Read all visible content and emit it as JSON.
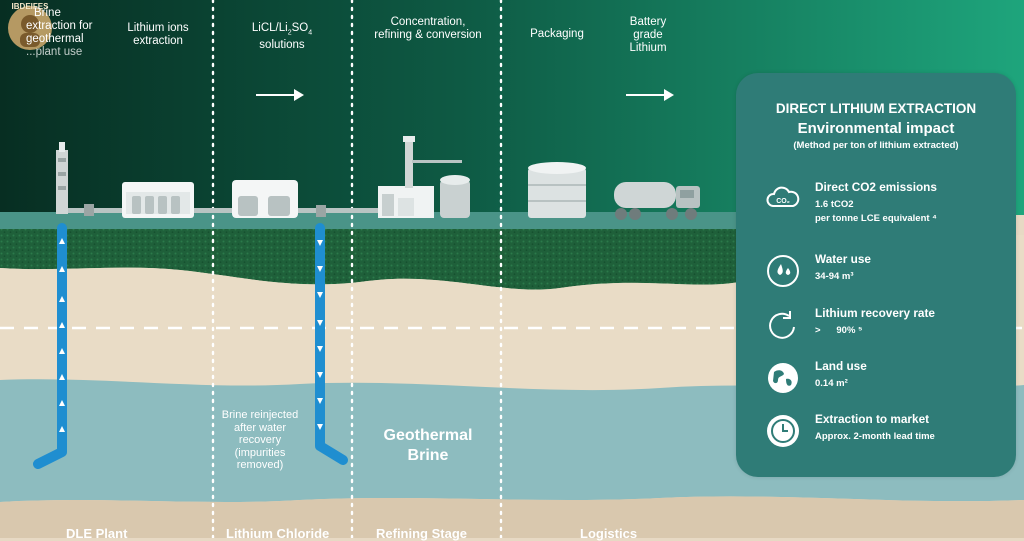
{
  "process_steps": {
    "brine_extraction": "Brine extraction for geothermal power plant use",
    "lithium_ions": "Lithium ions extraction",
    "licl_li2so4": "LiCL/Li2SO4 solutions",
    "concentration": "Concentration, refining & conversion",
    "packaging": "Packaging",
    "battery_grade": "Battery grade Lithium"
  },
  "licl_text": {
    "main": "LiCL/Li",
    "sub1": "2",
    "so": "SO",
    "sub2": "4",
    "line2": "solutions"
  },
  "concentration_text": {
    "line1": "Concentration,",
    "line2": "refining & conversion"
  },
  "battery_text": {
    "line1": "Battery",
    "line2": "grade",
    "line3": "Lithium"
  },
  "lithium_text": {
    "line1": "Lithium ions",
    "line2": "extraction"
  },
  "brine_text": {
    "line1": "Brine",
    "line2": "extraction for",
    "line3": "geothermal",
    "line4": "...plant use"
  },
  "logo_text": "IBDEIFES",
  "underground": {
    "geothermal_brine_line1": "Geothermal",
    "geothermal_brine_line2": "Brine",
    "reinjected": [
      "Brine reinjected",
      "after water",
      "recovery",
      "(impurities",
      "removed)"
    ]
  },
  "stages": {
    "dle_plant": "DLE Plant",
    "lithium_chloride": "Lithium Chloride",
    "refining_stage": "Refining Stage",
    "logistics": "Logistics"
  },
  "panel": {
    "title_line1": "DIRECT LITHIUM EXTRACTION",
    "title_line2": "Environmental impact",
    "subtitle": "(Method per ton of lithium extracted)",
    "metrics": [
      {
        "name": "Direct CO2 emissions",
        "value": "1.6 tCO2",
        "value2": "per tonne LCE equivalent ⁴",
        "icon": "co2-cloud-icon"
      },
      {
        "name": "Water use",
        "value": "34-94 m³",
        "icon": "water-globe-icon"
      },
      {
        "name": "Lithium recovery rate",
        "value": ">      90% ⁵",
        "icon": "recycle-arrow-icon"
      },
      {
        "name": "Land use",
        "value": "0.14 m²",
        "icon": "earth-icon"
      },
      {
        "name": "Extraction to market",
        "value": "Approx. 2-month lead time",
        "icon": "clock-icon"
      }
    ]
  },
  "colors": {
    "sky_dark": "#0a3a2a",
    "sky_light": "#1aa07a",
    "ground_green": "#1d5e3a",
    "sand": "#e7d9c4",
    "brine_layer": "#8fbec2",
    "pipe_blue": "#1f8ed0",
    "panel_bg": "#2f7c77"
  }
}
